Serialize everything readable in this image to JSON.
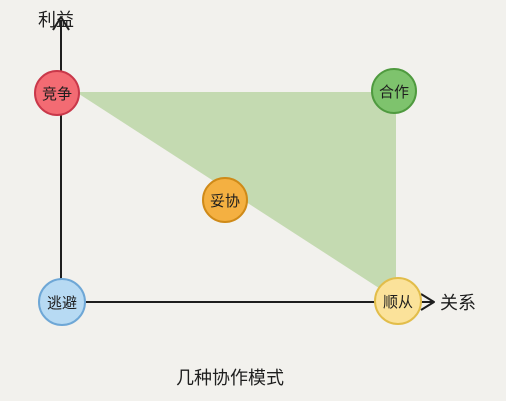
{
  "diagram": {
    "caption": "几种协作模式",
    "axes": {
      "y_label": "利益",
      "x_label": "关系"
    },
    "nodes": [
      {
        "id": "competition",
        "label": "竞争",
        "fill": "#f36b73",
        "stroke": "#c9384a"
      },
      {
        "id": "cooperation",
        "label": "合作",
        "fill": "#7ec36d",
        "stroke": "#4f9a3f"
      },
      {
        "id": "compromise",
        "label": "妥协",
        "fill": "#f4b041",
        "stroke": "#cf8a18"
      },
      {
        "id": "avoidance",
        "label": "逃避",
        "fill": "#b7daf3",
        "stroke": "#6ea7d6"
      },
      {
        "id": "accommodation",
        "label": "顺从",
        "fill": "#fbe29a",
        "stroke": "#e2bd4a"
      }
    ],
    "region_color": "#bcd6a6"
  }
}
